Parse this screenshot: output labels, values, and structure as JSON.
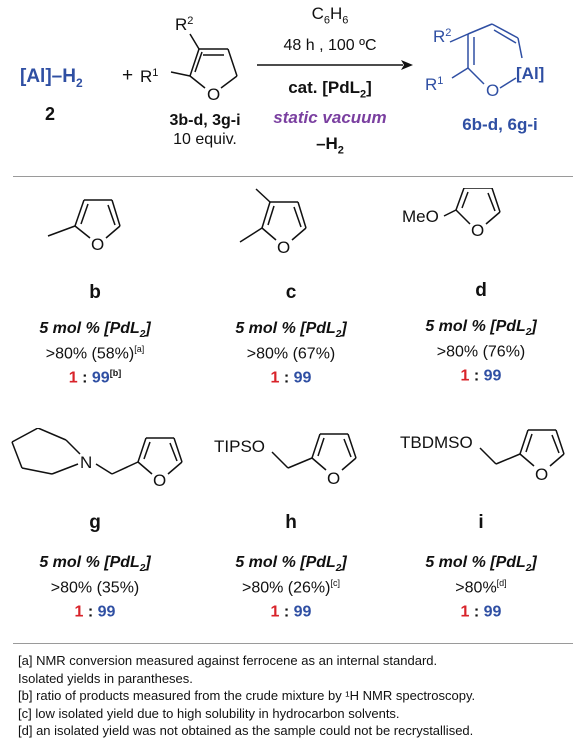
{
  "scheme": {
    "reactant1": "[Al]–H",
    "reactant1_sub": "2",
    "reactant1_number": "2",
    "plus": "+",
    "substrate_R2": "R",
    "substrate_R2_sup": "2",
    "substrate_R1": "R",
    "substrate_R1_sup": "1",
    "substrate_O": "O",
    "substrate_label": "3b-d, 3g-i",
    "substrate_equiv": "10 equiv.",
    "solvent": "C",
    "solvent_sub1": "6",
    "solvent_H": "H",
    "solvent_sub2": "6",
    "conditions": "48 h , 100 ºC",
    "catalyst": "cat. [PdL",
    "catalyst_sub": "2",
    "catalyst_end": "]",
    "vacuum": "static vacuum",
    "byproduct": "–H",
    "byproduct_sub": "2",
    "product_R2": "R",
    "product_R2_sup": "2",
    "product_R1": "R",
    "product_R1_sup": "1",
    "product_O": "O",
    "product_Al": "[Al]",
    "product_label": "6b-d, 6g-i"
  },
  "entries": [
    {
      "letter": "b",
      "cat": "5 mol % [PdL",
      "cat_sub": "2",
      "cat_end": "]",
      "yield": ">80% (58%)",
      "yield_note": "[a]",
      "ratio_left": "1",
      "ratio_sep": " : ",
      "ratio_right": "99",
      "ratio_note": "[b]",
      "substituent": ""
    },
    {
      "letter": "c",
      "cat": "5 mol % [PdL",
      "cat_sub": "2",
      "cat_end": "]",
      "yield": ">80% (67%)",
      "yield_note": "",
      "ratio_left": "1",
      "ratio_sep": " : ",
      "ratio_right": "99",
      "ratio_note": "",
      "substituent": ""
    },
    {
      "letter": "d",
      "cat": "5 mol % [PdL",
      "cat_sub": "2",
      "cat_end": "]",
      "yield": ">80% (76%)",
      "yield_note": "",
      "ratio_left": "1",
      "ratio_sep": " : ",
      "ratio_right": "99",
      "ratio_note": "",
      "substituent": "MeO"
    },
    {
      "letter": "g",
      "cat": "5 mol % [PdL",
      "cat_sub": "2",
      "cat_end": "]",
      "yield": ">80% (35%)",
      "yield_note": "",
      "ratio_left": "1",
      "ratio_sep": " : ",
      "ratio_right": "99",
      "ratio_note": "",
      "substituent": "N"
    },
    {
      "letter": "h",
      "cat": "5 mol % [PdL",
      "cat_sub": "2",
      "cat_end": "]",
      "yield": ">80% (26%)",
      "yield_note": "[c]",
      "ratio_left": "1",
      "ratio_sep": " : ",
      "ratio_right": "99",
      "ratio_note": "",
      "substituent": "TIPSO"
    },
    {
      "letter": "i",
      "cat": "5 mol % [PdL",
      "cat_sub": "2",
      "cat_end": "]",
      "yield": ">80%",
      "yield_note": "[d]",
      "ratio_left": "1",
      "ratio_sep": " : ",
      "ratio_right": "99",
      "ratio_note": "",
      "substituent": "TBDMSO"
    }
  ],
  "furan_O": "O",
  "footnotes": [
    "[a] NMR conversion measured against ferrocene as an internal standard.",
    "Isolated yields in parantheses.",
    "[b] ratio of products measured from the crude mixture by ¹H NMR spectroscopy.",
    "[c] low isolated yield due to high solubility in hydrocarbon solvents.",
    "[d] an isolated yield was not obtained as the sample could not be recrystallised."
  ],
  "colors": {
    "blue": "#2f4fa3",
    "red": "#d8232a",
    "purple": "#7a3fa0"
  }
}
